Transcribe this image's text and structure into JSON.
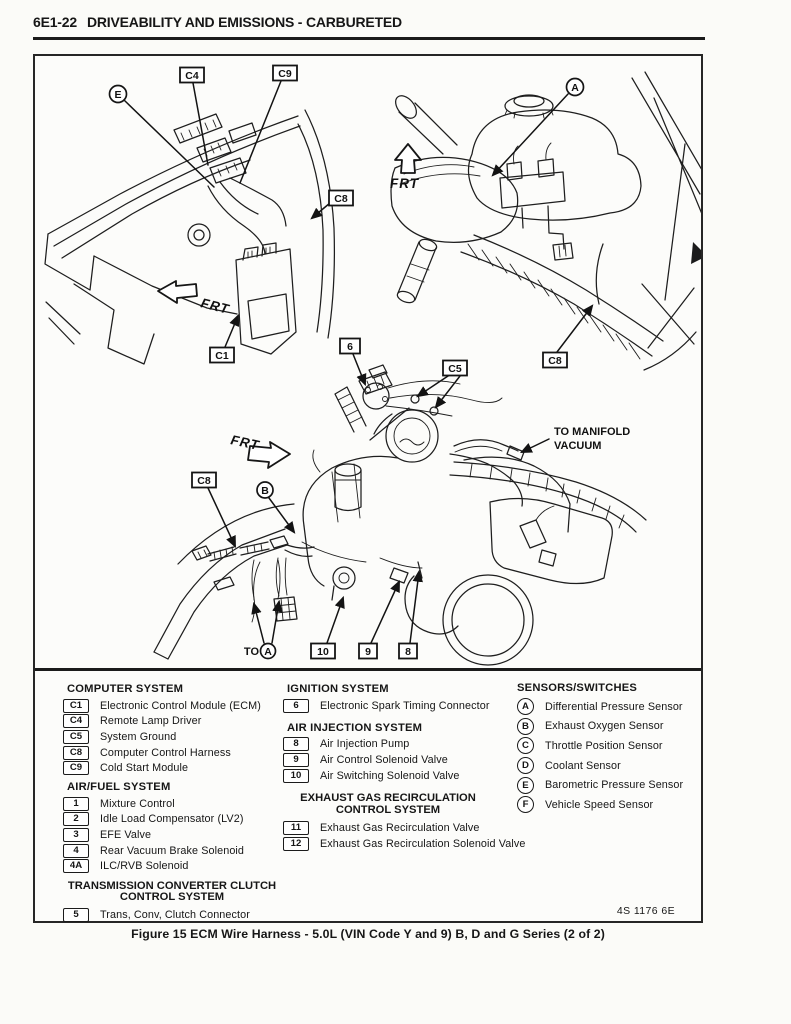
{
  "page": {
    "header_code": "6E1-22",
    "header_title": "DRIVEABILITY AND EMISSIONS - CARBURETED",
    "caption": "Figure 15 ECM Wire Harness - 5.0L (VIN Code Y and 9) B, D and G Series (2 of 2)",
    "ref_code": "4S 1176 6E",
    "ink_color": "#1b1b1b",
    "paper_color": "#fbfbf8"
  },
  "diagram": {
    "labels": {
      "e": "E",
      "c4": "C4",
      "c9": "C9",
      "c8": "C8",
      "c1": "C1",
      "a": "A",
      "b": "B",
      "c5": "C5",
      "six": "6",
      "eight": "8",
      "nine": "9",
      "ten": "10",
      "frt": "FRT",
      "to": "TO",
      "vac_line1": "TO MANIFOLD",
      "vac_line2": "VACUUM"
    }
  },
  "legend": {
    "computer": {
      "title": "COMPUTER SYSTEM",
      "items": [
        {
          "key": "C1",
          "label": "Electronic Control Module (ECM)"
        },
        {
          "key": "C4",
          "label": "Remote Lamp Driver"
        },
        {
          "key": "C5",
          "label": "System Ground"
        },
        {
          "key": "C8",
          "label": "Computer Control Harness"
        },
        {
          "key": "C9",
          "label": "Cold Start Module"
        }
      ]
    },
    "air_fuel": {
      "title": "AIR/FUEL SYSTEM",
      "items": [
        {
          "key": "1",
          "label": "Mixture Control"
        },
        {
          "key": "2",
          "label": "Idle Load Compensator (LV2)"
        },
        {
          "key": "3",
          "label": "EFE Valve"
        },
        {
          "key": "4",
          "label": "Rear Vacuum Brake Solenoid"
        },
        {
          "key": "4A",
          "label": "ILC/RVB Solenoid"
        }
      ]
    },
    "tcc": {
      "title_line1": "TRANSMISSION CONVERTER CLUTCH",
      "title_line2": "CONTROL SYSTEM",
      "items": [
        {
          "key": "5",
          "label": "Trans, Conv, Clutch Connector"
        }
      ]
    },
    "ignition": {
      "title": "IGNITION SYSTEM",
      "items": [
        {
          "key": "6",
          "label": "Electronic Spark Timing Connector"
        }
      ]
    },
    "air_injection": {
      "title": "AIR INJECTION SYSTEM",
      "items": [
        {
          "key": "8",
          "label": "Air Injection Pump"
        },
        {
          "key": "9",
          "label": "Air Control Solenoid Valve"
        },
        {
          "key": "10",
          "label": "Air Switching Solenoid Valve"
        }
      ]
    },
    "egr": {
      "title_line1": "EXHAUST GAS RECIRCULATION",
      "title_line2": "CONTROL SYSTEM",
      "items": [
        {
          "key": "11",
          "label": "Exhaust Gas Recirculation Valve"
        },
        {
          "key": "12",
          "label": "Exhaust Gas Recirculation Solenoid Valve"
        }
      ]
    },
    "sensors": {
      "title": "SENSORS/SWITCHES",
      "items": [
        {
          "key": "A",
          "label": "Differential Pressure Sensor"
        },
        {
          "key": "B",
          "label": "Exhaust Oxygen Sensor"
        },
        {
          "key": "C",
          "label": "Throttle Position Sensor"
        },
        {
          "key": "D",
          "label": "Coolant Sensor"
        },
        {
          "key": "E",
          "label": "Barometric Pressure Sensor"
        },
        {
          "key": "F",
          "label": "Vehicle Speed Sensor"
        }
      ]
    }
  }
}
